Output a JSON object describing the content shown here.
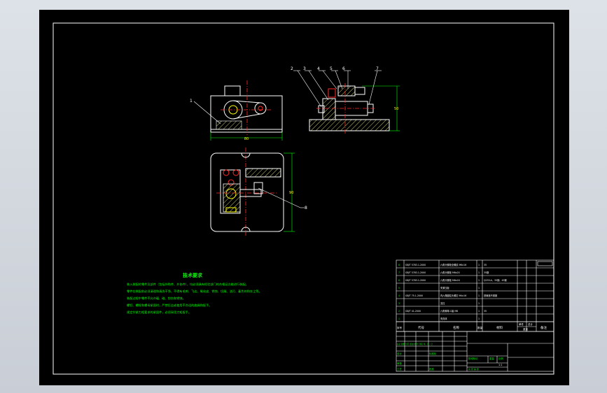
{
  "tech_req": {
    "title": "技术要求",
    "lines": [
      "装入装配的零件及部件（包括外购件、外协件），均必须具有检验部门的合格证方能进行装配。",
      "零件在装配前必须清理和清洗干净，不得有毛刺、飞边、氧化皮、锈蚀、切屑、油污、着色剂和灰尘等。",
      "装配过程中零件不允许磕、碰、划伤和锈蚀。",
      "螺钉、螺栓和螺母紧固时，严禁打击或使用不合适的旋具和扳手。",
      "规定拧紧力矩要求的紧固件，必须采用力矩扳手。"
    ]
  },
  "balloons": [
    "1",
    "2",
    "3",
    "4",
    "5",
    "6",
    "7",
    "8"
  ],
  "dims": {
    "width": "80",
    "height_side": "50",
    "height_top": "90"
  },
  "bom": {
    "rows": [
      {
        "no": "8",
        "code": "GB/T 5783.1-2000",
        "name": "六角头螺栓全螺纹 M6x16",
        "qty": "1",
        "mat": "35"
      },
      {
        "no": "7",
        "code": "GB/T 5783.1-2000",
        "name": "六角头螺栓 M6x20",
        "qty": "1",
        "mat": "35钢"
      },
      {
        "no": "6",
        "code": "GB/T 5783.1-2000",
        "name": "六角头螺栓 M6x16",
        "qty": "1",
        "mat": "Q235-A、35钢、45钢"
      },
      {
        "no": "5",
        "code": "",
        "name": "夹紧压板",
        "qty": "1",
        "mat": ""
      },
      {
        "no": "4",
        "code": "GB/T 75.1-2000",
        "name": "内六角圆柱头螺钉 M4x16",
        "qty": "1",
        "mat": "铁铸造不锈钢"
      },
      {
        "no": "3",
        "code": "",
        "name": "支柱",
        "qty": "1",
        "mat": ""
      },
      {
        "no": "2",
        "code": "GB/T 41-2000",
        "name": "六角螺母-C级 M8",
        "qty": "1",
        "mat": "35"
      },
      {
        "no": "1",
        "code": "",
        "name": "夹具体",
        "qty": "1",
        "mat": ""
      }
    ],
    "header": {
      "no": "序号",
      "code": "代号",
      "name": "名称",
      "qty": "数量",
      "mat": "材料",
      "single": "单件",
      "total": "总计",
      "weight": "重量",
      "note": "备注"
    }
  },
  "title_block": {
    "design": "设计",
    "review": "审核",
    "process": "工艺",
    "approve": "批准",
    "stage": "阶段标记",
    "weight": "重量",
    "scale": "比例",
    "scale_value": "1:1",
    "sheets": "共  张  第  张",
    "marks": "标记  处数  分区  更改文件号  签名  年、月、日",
    "standard": "标准化",
    "date": "日期"
  },
  "colors": {
    "sheet": "#000000",
    "border": "#ffffff",
    "line": "#ffffff",
    "green": "#00ff00",
    "red": "#ff2a2a",
    "yellow": "#ffff00",
    "hatch": "#c8c870"
  }
}
